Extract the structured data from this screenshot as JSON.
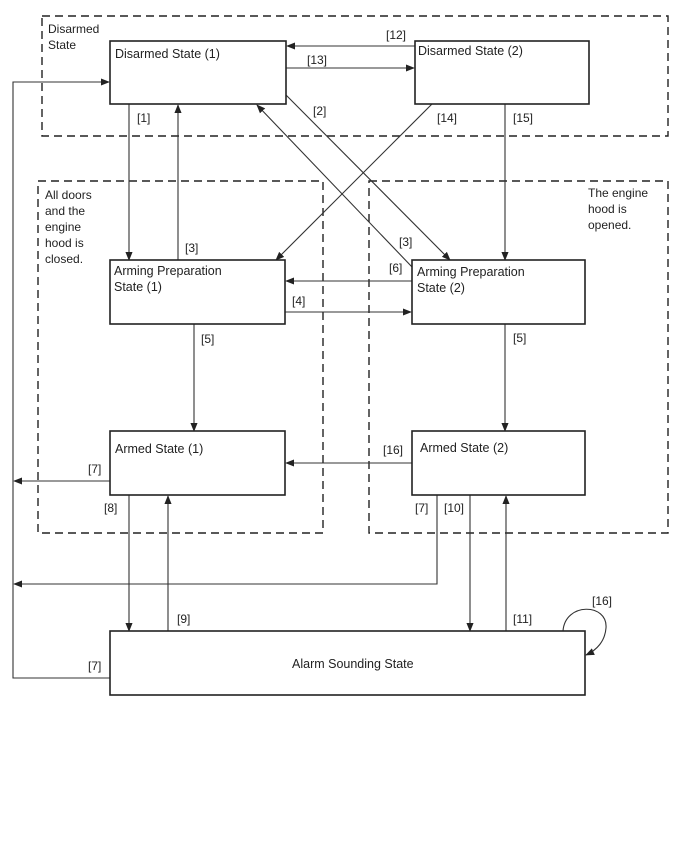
{
  "regions": {
    "disarmed": {
      "label_lines": [
        "Disarmed",
        "State"
      ]
    },
    "doors_closed": {
      "label_lines": [
        "All doors",
        "and the",
        "engine",
        "hood is",
        "closed."
      ]
    },
    "hood_opened": {
      "label_lines": [
        "The engine",
        "hood is",
        "opened."
      ]
    }
  },
  "states": {
    "disarmed_1": {
      "label_lines": [
        "Disarmed State (1)"
      ]
    },
    "disarmed_2": {
      "label_lines": [
        "Disarmed State (2)"
      ]
    },
    "arming_prep_1": {
      "label_lines": [
        "Arming Preparation",
        "State (1)"
      ]
    },
    "arming_prep_2": {
      "label_lines": [
        "Arming Preparation",
        "State (2)"
      ]
    },
    "armed_1": {
      "label_lines": [
        "Armed State (1)"
      ]
    },
    "armed_2": {
      "label_lines": [
        "Armed State (2)"
      ]
    },
    "alarm_sounding": {
      "label_lines": [
        "Alarm Sounding State"
      ]
    }
  },
  "transitions": {
    "t12": "[12]",
    "t13": "[13]",
    "t1": "[1]",
    "t2": "[2]",
    "t14": "[14]",
    "t15": "[15]",
    "t3_left": "[3]",
    "t3_diag": "[3]",
    "t6": "[6]",
    "t4": "[4]",
    "t5_left": "[5]",
    "t5_right": "[5]",
    "t7_armed1": "[7]",
    "t16_armed": "[16]",
    "t8": "[8]",
    "t7_armed2": "[7]",
    "t10": "[10]",
    "t9": "[9]",
    "t11": "[11]",
    "t16_self": "[16]",
    "t7_alarm": "[7]"
  }
}
